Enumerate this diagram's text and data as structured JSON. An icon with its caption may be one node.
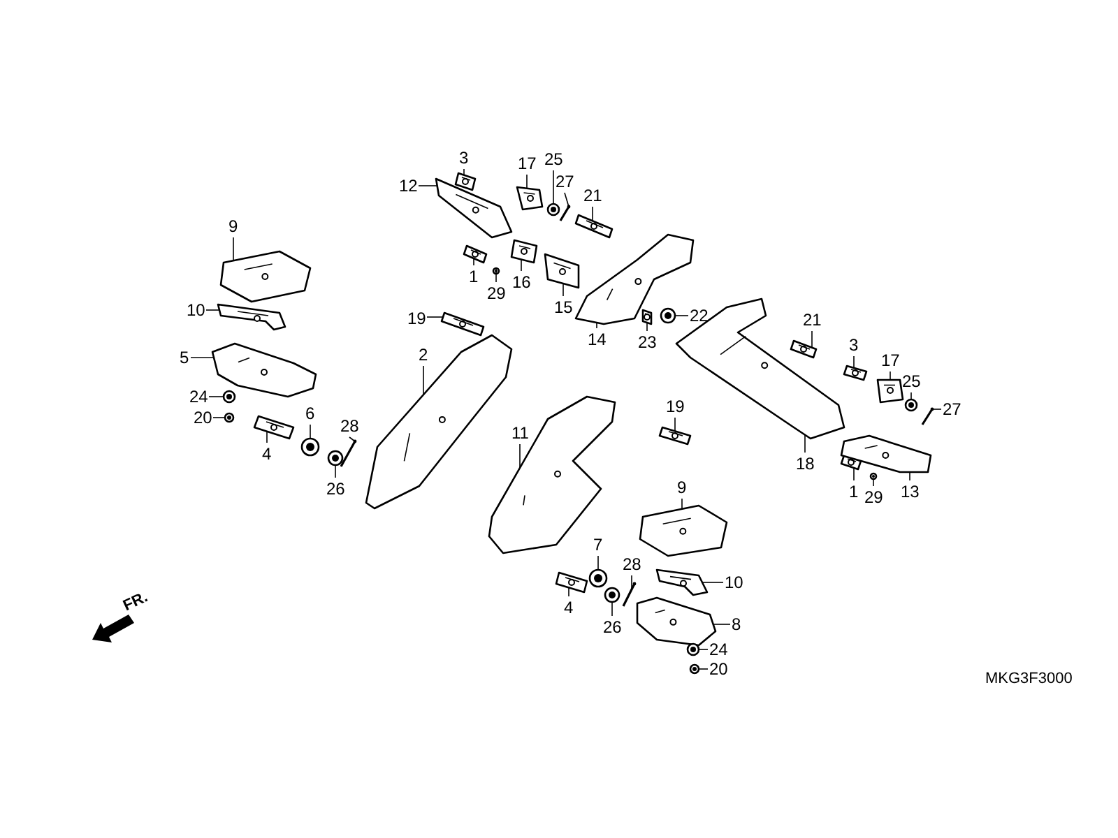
{
  "diagram": {
    "nodes": [
      {
        "text": [
          "3"
        ]
      },
      {
        "text": [
          "12"
        ]
      },
      {
        "text": [
          "17"
        ]
      },
      {
        "text": [
          "25"
        ]
      },
      {
        "text": [
          "27"
        ]
      },
      {
        "text": [
          "21"
        ]
      },
      {
        "text": [
          "9"
        ]
      },
      {
        "text": [
          "1"
        ]
      },
      {
        "text": [
          "16"
        ]
      },
      {
        "text": [
          "29"
        ]
      },
      {
        "text": [
          "15"
        ]
      },
      {
        "text": [
          "10"
        ]
      },
      {
        "text": [
          "19"
        ]
      },
      {
        "text": [
          "14"
        ]
      },
      {
        "text": [
          "23"
        ]
      },
      {
        "text": [
          "22"
        ]
      },
      {
        "text": [
          "21"
        ]
      },
      {
        "text": [
          "3"
        ]
      },
      {
        "text": [
          "17"
        ]
      },
      {
        "text": [
          "2"
        ]
      },
      {
        "text": [
          "5"
        ]
      },
      {
        "text": [
          "25"
        ]
      },
      {
        "text": [
          "24"
        ]
      },
      {
        "text": [
          "20"
        ]
      },
      {
        "text": [
          "6"
        ]
      },
      {
        "text": [
          "19"
        ]
      },
      {
        "text": [
          "27"
        ]
      },
      {
        "text": [
          "28"
        ]
      },
      {
        "text": [
          "11"
        ]
      },
      {
        "text": [
          "4"
        ]
      },
      {
        "text": [
          "18"
        ]
      },
      {
        "text": [
          "26"
        ]
      },
      {
        "text": [
          "9"
        ]
      },
      {
        "text": [
          "1"
        ]
      },
      {
        "text": [
          "13"
        ]
      },
      {
        "text": [
          "29"
        ]
      },
      {
        "text": [
          "7"
        ]
      },
      {
        "text": [
          "28"
        ]
      },
      {
        "text": [
          "10"
        ]
      },
      {
        "text": [
          "4"
        ]
      },
      {
        "text": [
          "8"
        ]
      },
      {
        "text": [
          "26"
        ]
      },
      {
        "text": [
          "24"
        ]
      },
      {
        "text": [
          "20"
        ]
      },
      {
        "text": [],
        "shape": "picture"
      },
      {
        "text": [],
        "shape": "picture"
      },
      {
        "text": [],
        "shape": "picture"
      },
      {
        "text": [],
        "shape": "picture"
      },
      {
        "text": [],
        "shape": "picture"
      },
      {
        "text": [],
        "shape": "picture"
      },
      {
        "text": [],
        "shape": "picture"
      },
      {
        "text": [],
        "shape": "picture"
      },
      {
        "text": [],
        "shape": "picture"
      },
      {
        "text": [],
        "shape": "picture"
      },
      {
        "text": [],
        "shape": "picture"
      },
      {
        "text": [],
        "shape": "picture"
      },
      {
        "text": [],
        "shape": "picture"
      },
      {
        "text": [],
        "shape": "picture"
      },
      {
        "text": [],
        "shape": "picture"
      },
      {
        "text": [],
        "shape": "picture"
      },
      {
        "text": [],
        "shape": "picture"
      },
      {
        "text": [],
        "shape": "picture"
      },
      {
        "text": [],
        "shape": "picture"
      },
      {
        "text": [],
        "shape": "picture"
      },
      {
        "text": [],
        "shape": "picture"
      },
      {
        "text": [],
        "shape": "picture"
      },
      {
        "text": [],
        "shape": "picture"
      },
      {
        "text": [],
        "shape": "picture"
      },
      {
        "text": [],
        "shape": "picture"
      },
      {
        "text": [],
        "shape": "picture"
      },
      {
        "text": [],
        "shape": "picture"
      },
      {
        "text": [],
        "shape": "picture"
      },
      {
        "text": [],
        "shape": "picture"
      },
      {
        "text": [],
        "shape": "picture"
      },
      {
        "text": [],
        "shape": "picture"
      },
      {
        "text": [],
        "shape": "picture"
      },
      {
        "text": [],
        "shape": "picture"
      },
      {
        "text": [],
        "shape": "picture"
      },
      {
        "text": [],
        "shape": "picture"
      },
      {
        "text": [],
        "shape": "picture"
      },
      {
        "text": [],
        "shape": "picture"
      },
      {
        "text": [],
        "shape": "picture"
      },
      {
        "text": [],
        "shape": "picture"
      },
      {
        "text": [],
        "shape": "picture"
      },
      {
        "text": [],
        "shape": "picture"
      },
      {
        "text": [],
        "shape": "picture"
      },
      {
        "text": [],
        "shape": "picture"
      },
      {
        "text": [],
        "shape": "picture"
      }
    ],
    "edges": [
      {
        "from": 0,
        "to": 44,
        "arrow": "none"
      },
      {
        "from": 1,
        "to": 45,
        "arrow": "none"
      },
      {
        "from": 2,
        "to": 46,
        "arrow": "none"
      },
      {
        "from": 3,
        "to": 47,
        "arrow": "none"
      },
      {
        "from": 4,
        "to": 48,
        "arrow": "none"
      },
      {
        "from": 5,
        "to": 49,
        "arrow": "none"
      },
      {
        "from": 6,
        "to": 50,
        "arrow": "none"
      },
      {
        "from": 7,
        "to": 51,
        "arrow": "none"
      },
      {
        "from": 8,
        "to": 52,
        "arrow": "none"
      },
      {
        "from": 9,
        "to": 53,
        "arrow": "none"
      },
      {
        "from": 10,
        "to": 54,
        "arrow": "none"
      },
      {
        "from": 11,
        "to": 55,
        "arrow": "none"
      },
      {
        "from": 12,
        "to": 56,
        "arrow": "none"
      },
      {
        "from": 13,
        "to": 57,
        "arrow": "none"
      },
      {
        "from": 14,
        "to": 58,
        "arrow": "none"
      },
      {
        "from": 15,
        "to": 59,
        "arrow": "none"
      },
      {
        "from": 16,
        "to": 60,
        "arrow": "none"
      },
      {
        "from": 17,
        "to": 61,
        "arrow": "none"
      },
      {
        "from": 18,
        "to": 62,
        "arrow": "none"
      },
      {
        "from": 19,
        "to": 63,
        "arrow": "none"
      },
      {
        "from": 20,
        "to": 64,
        "arrow": "none"
      },
      {
        "from": 21,
        "to": 65,
        "arrow": "none"
      },
      {
        "from": 22,
        "to": 66,
        "arrow": "none"
      },
      {
        "from": 23,
        "to": 67,
        "arrow": "none"
      },
      {
        "from": 24,
        "to": 68,
        "arrow": "none"
      },
      {
        "from": 25,
        "to": 69,
        "arrow": "none"
      },
      {
        "from": 26,
        "to": 70,
        "arrow": "none"
      },
      {
        "from": 27,
        "to": 71,
        "arrow": "none"
      },
      {
        "from": 28,
        "to": 72,
        "arrow": "none"
      },
      {
        "from": 29,
        "to": 73,
        "arrow": "none"
      },
      {
        "from": 30,
        "to": 74,
        "arrow": "none"
      },
      {
        "from": 31,
        "to": 75,
        "arrow": "none"
      },
      {
        "from": 32,
        "to": 76,
        "arrow": "none"
      },
      {
        "from": 33,
        "to": 77,
        "arrow": "none"
      },
      {
        "from": 34,
        "to": 78,
        "arrow": "none"
      },
      {
        "from": 35,
        "to": 79,
        "arrow": "none"
      },
      {
        "from": 36,
        "to": 80,
        "arrow": "none"
      },
      {
        "from": 37,
        "to": 81,
        "arrow": "none"
      },
      {
        "from": 38,
        "to": 82,
        "arrow": "none"
      },
      {
        "from": 39,
        "to": 83,
        "arrow": "none"
      },
      {
        "from": 40,
        "to": 84,
        "arrow": "none"
      },
      {
        "from": 41,
        "to": 85,
        "arrow": "none"
      },
      {
        "from": 42,
        "to": 86,
        "arrow": "none"
      },
      {
        "from": 43,
        "to": 87,
        "arrow": "none"
      }
    ],
    "labels": [
      "FR.",
      "MKG3F3000"
    ]
  }
}
